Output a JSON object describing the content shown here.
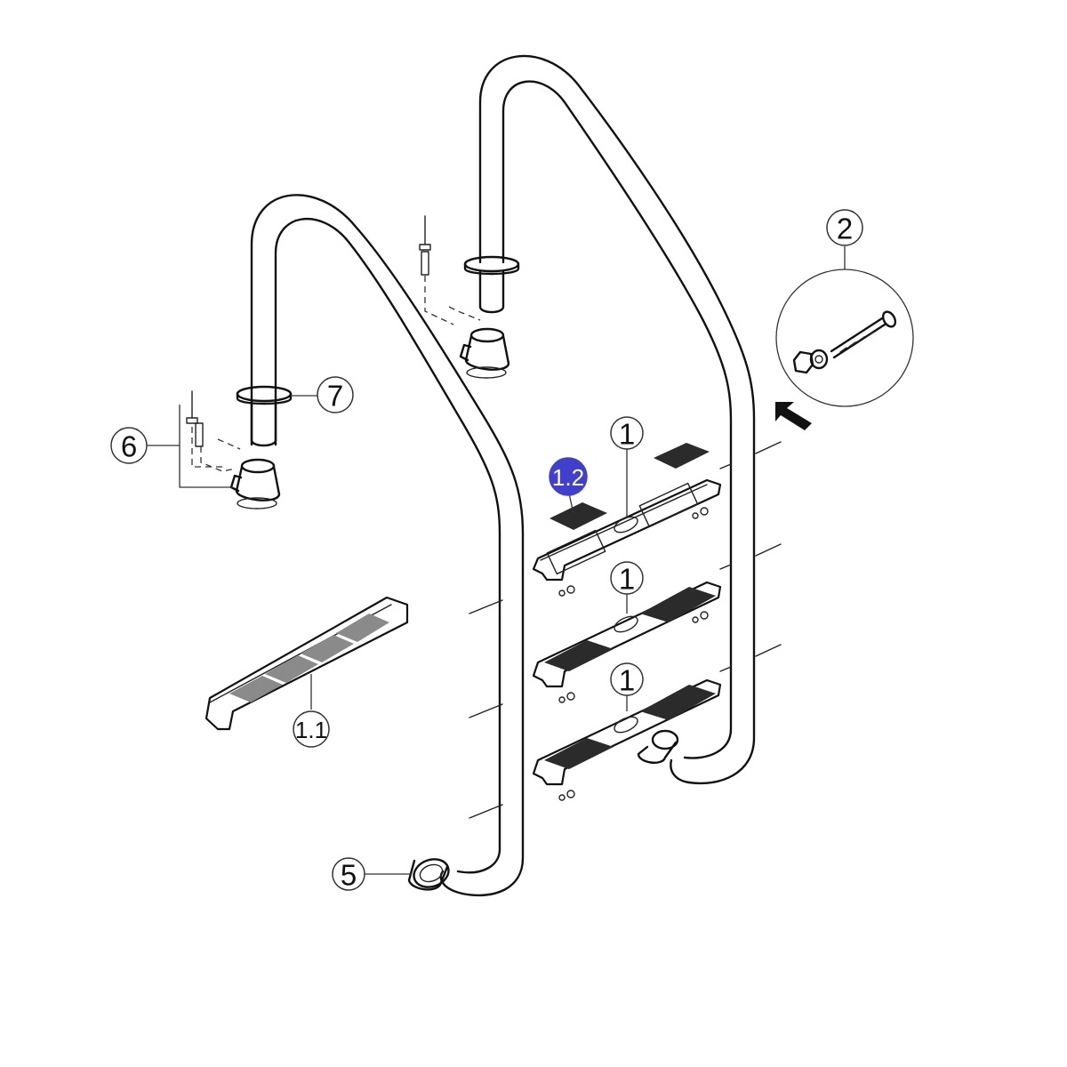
{
  "diagram": {
    "callouts": [
      {
        "id": "step-top",
        "label": "1",
        "highlighted": false
      },
      {
        "id": "step-middle",
        "label": "1",
        "highlighted": false
      },
      {
        "id": "step-bottom",
        "label": "1",
        "highlighted": false
      },
      {
        "id": "step-spare",
        "label": "1.1",
        "highlighted": false
      },
      {
        "id": "anti-slip-pad",
        "label": "1.2",
        "highlighted": true
      },
      {
        "id": "bolt-kit",
        "label": "2",
        "highlighted": false
      },
      {
        "id": "end-cap",
        "label": "5",
        "highlighted": false
      },
      {
        "id": "anchor-kit",
        "label": "6",
        "highlighted": false
      },
      {
        "id": "escutcheon",
        "label": "7",
        "highlighted": false
      }
    ],
    "colors": {
      "highlight": "#4040cc",
      "line": "#111111",
      "background": "#ffffff"
    }
  }
}
